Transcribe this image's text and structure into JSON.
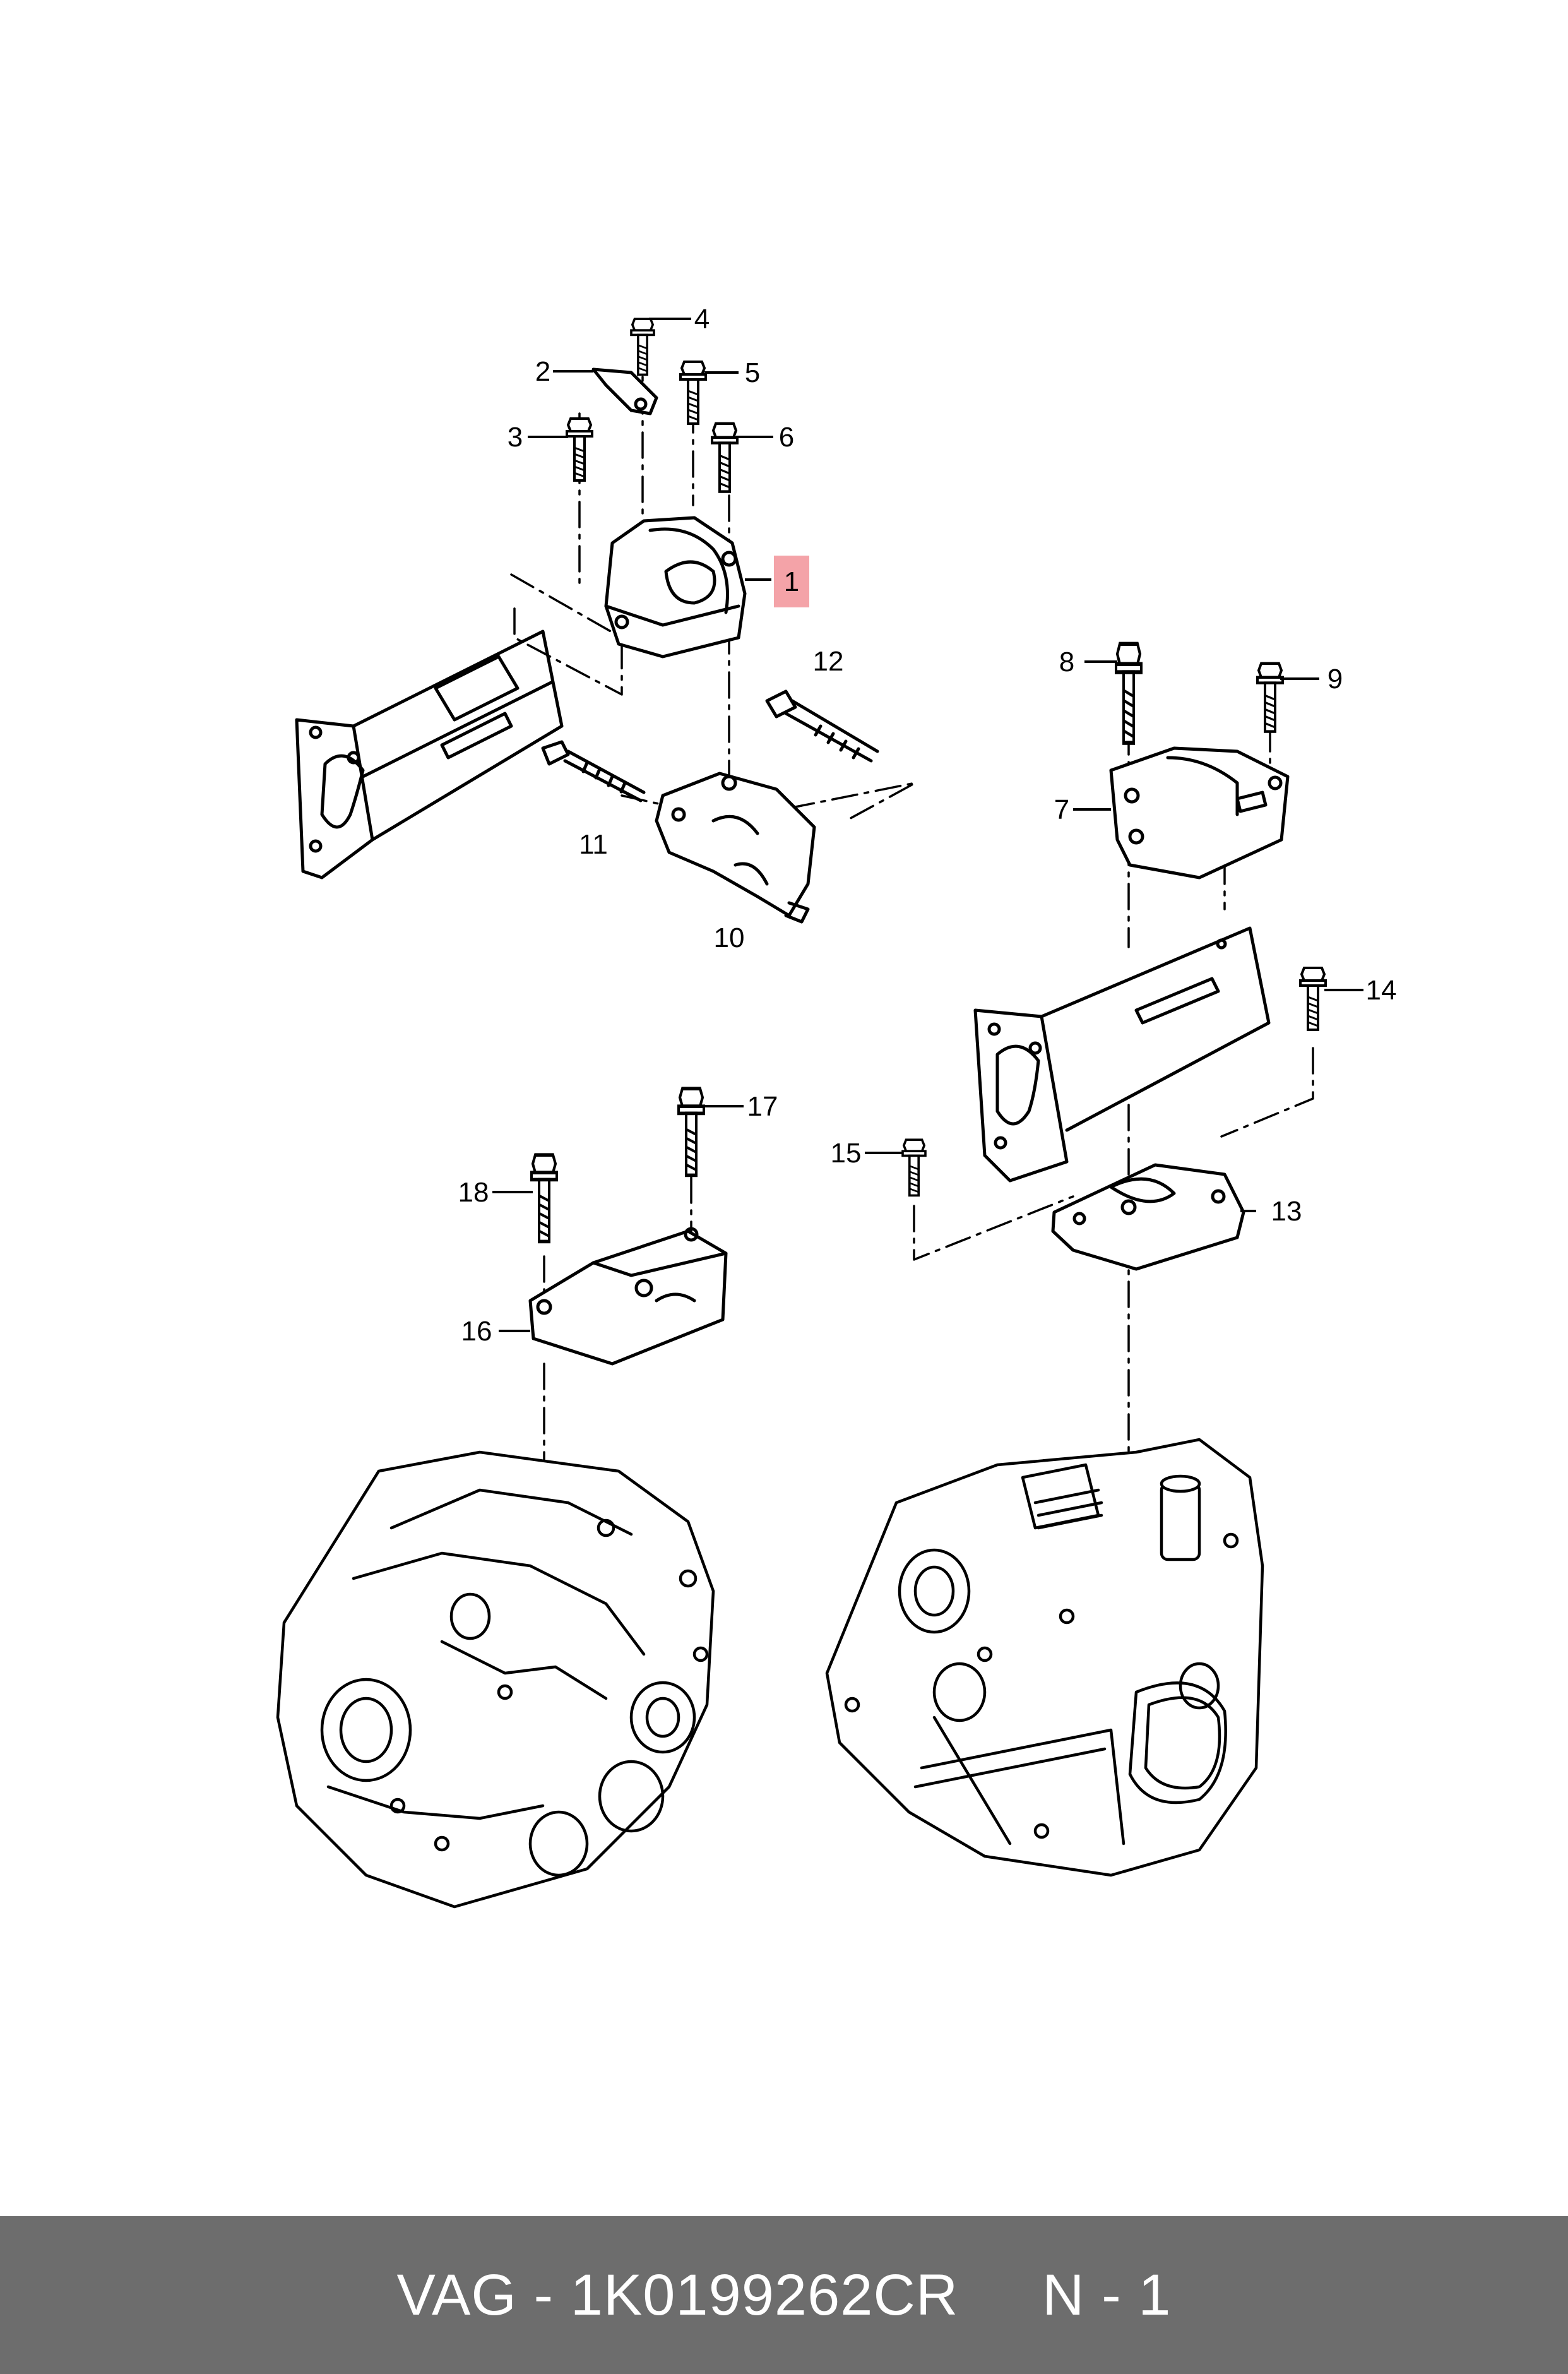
{
  "callouts": [
    {
      "id": "1",
      "label": "1",
      "highlighted": true
    },
    {
      "id": "2",
      "label": "2"
    },
    {
      "id": "3",
      "label": "3"
    },
    {
      "id": "4",
      "label": "4"
    },
    {
      "id": "5",
      "label": "5"
    },
    {
      "id": "6",
      "label": "6"
    },
    {
      "id": "7",
      "label": "7"
    },
    {
      "id": "8",
      "label": "8"
    },
    {
      "id": "9",
      "label": "9"
    },
    {
      "id": "10",
      "label": "10"
    },
    {
      "id": "11",
      "label": "11"
    },
    {
      "id": "12",
      "label": "12"
    },
    {
      "id": "13",
      "label": "13"
    },
    {
      "id": "14",
      "label": "14"
    },
    {
      "id": "15",
      "label": "15"
    },
    {
      "id": "16",
      "label": "16"
    },
    {
      "id": "17",
      "label": "17"
    },
    {
      "id": "18",
      "label": "18"
    }
  ],
  "footer": {
    "text": "VAG - 1K0199262CR     N - 1"
  },
  "colors": {
    "highlight": "#f4a3a8",
    "line": "#000000",
    "footer_bg": "#6d6d6d",
    "footer_text": "#ffffff"
  }
}
